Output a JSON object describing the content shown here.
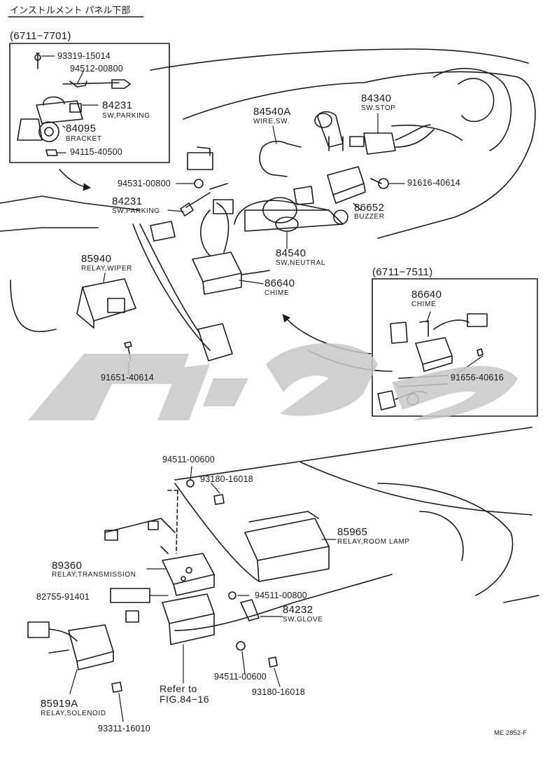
{
  "header": {
    "title": "インストルメント パネル下部"
  },
  "insets": {
    "top": {
      "range": "(6711−7701)"
    },
    "right": {
      "range": "(6711−7511)"
    }
  },
  "parts": {
    "p93319": {
      "number": "93319-15014"
    },
    "p94512": {
      "number": "94512-00800"
    },
    "p84231_inset": {
      "number": "84231",
      "name": "SW,PARKING"
    },
    "p84095": {
      "number": "84095",
      "name": "BRACKET"
    },
    "p94115": {
      "number": "94115-40500"
    },
    "p94531": {
      "number": "94531-00800"
    },
    "p84231": {
      "number": "84231",
      "name": "SW,PARKING"
    },
    "p84540A": {
      "number": "84540A",
      "name": "WIRE,SW."
    },
    "p84340": {
      "number": "84340",
      "name": "SW,STOP"
    },
    "p91616": {
      "number": "91616-40614"
    },
    "p86652": {
      "number": "86652",
      "name": "BUZZER"
    },
    "p84540": {
      "number": "84540",
      "name": "SW,NEUTRAL"
    },
    "p86640": {
      "number": "86640",
      "name": "CHIME"
    },
    "p85940": {
      "number": "85940",
      "name": "RELAY,WIPER"
    },
    "p91651": {
      "number": "91651-40614"
    },
    "p86640_inset": {
      "number": "86640",
      "name": "CHIME"
    },
    "p91656": {
      "number": "91656-40616"
    },
    "p94511_a": {
      "number": "94511-00600"
    },
    "p93180_a": {
      "number": "93180-16018"
    },
    "p85965": {
      "number": "85965",
      "name": "RELAY,ROOM LAMP"
    },
    "p89360": {
      "number": "89360",
      "name": "RELAY,TRANSMISSION"
    },
    "p82755": {
      "number": "82755-91401"
    },
    "p94511_b": {
      "number": "94511-00800"
    },
    "p84232": {
      "number": "84232",
      "name": "SW,GLOVE"
    },
    "p94511_c": {
      "number": "94511-00600"
    },
    "p93180_b": {
      "number": "93180-16018"
    },
    "refer": {
      "line1": "Refer to",
      "line2": "FIG.84−16"
    },
    "p85919A": {
      "number": "85919A",
      "name": "RELAY,SOLENOID"
    },
    "p93311": {
      "number": "93311-16010"
    }
  },
  "footer": {
    "code": "ME 2852-F"
  },
  "colors": {
    "ink": "#1a1a1a",
    "watermark": "#c8c8c8",
    "paper": "#ffffff"
  }
}
